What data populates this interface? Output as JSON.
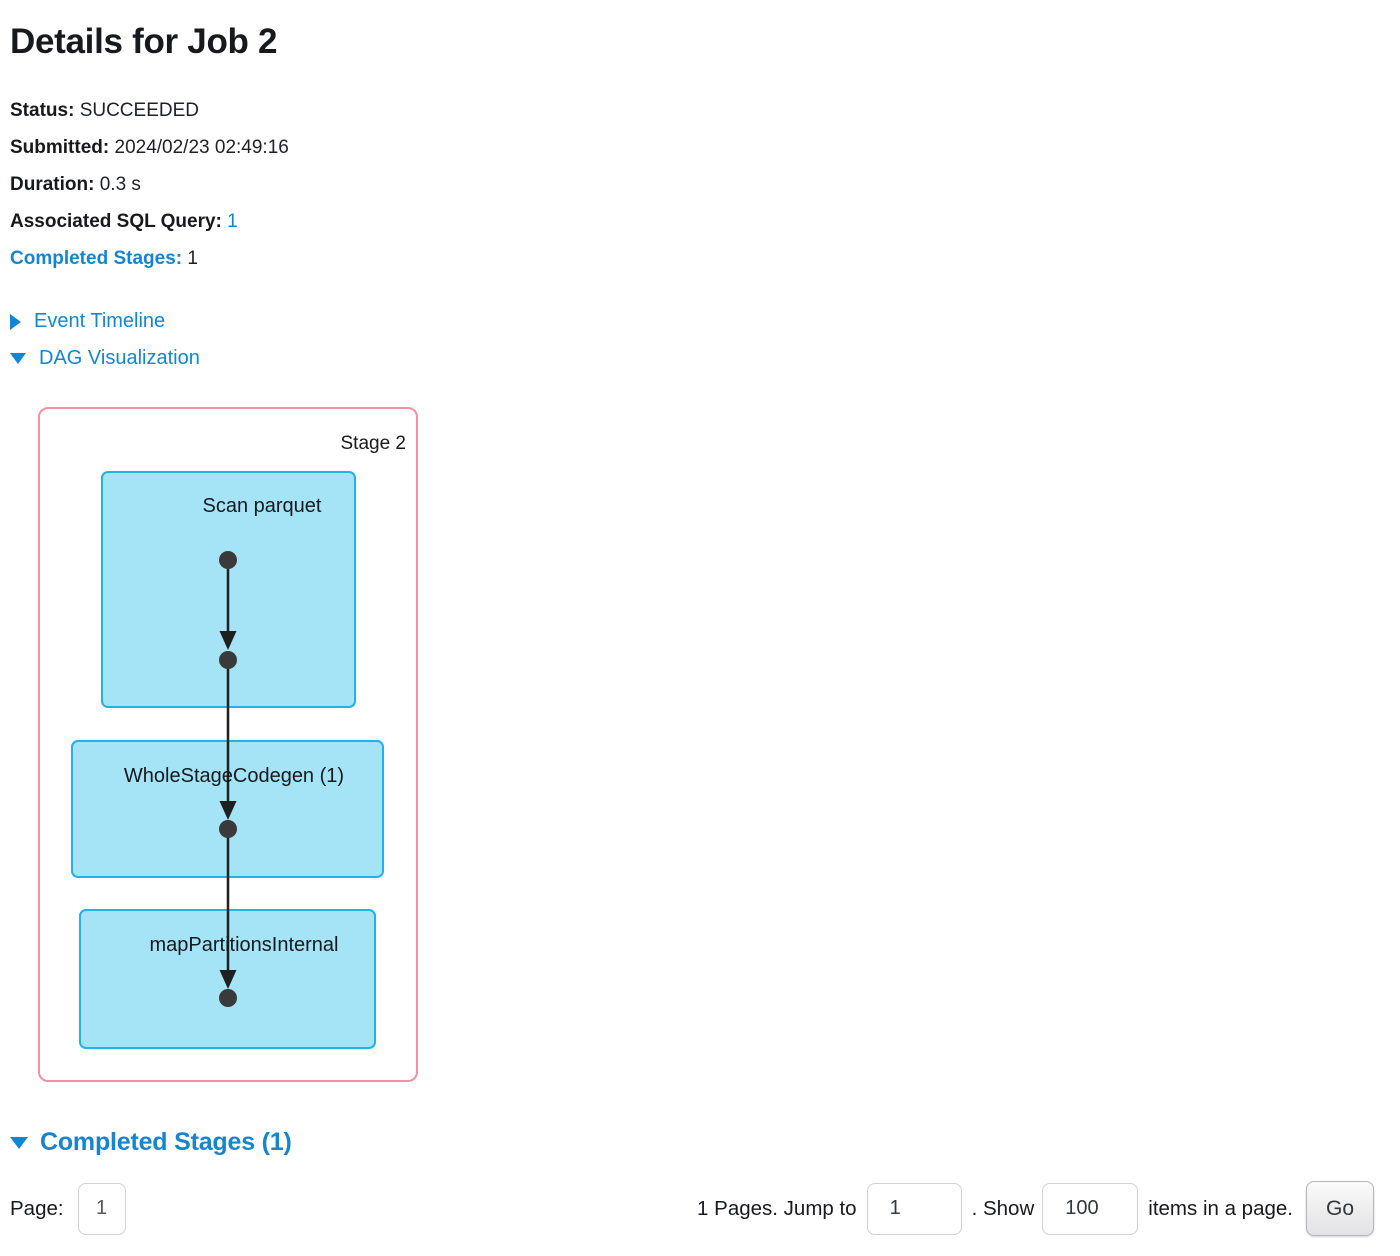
{
  "page": {
    "title": "Details for Job 2"
  },
  "summary": {
    "status_label": "Status:",
    "status_value": "SUCCEEDED",
    "submitted_label": "Submitted:",
    "submitted_value": "2024/02/23 02:49:16",
    "duration_label": "Duration:",
    "duration_value": "0.3 s",
    "sql_label": "Associated SQL Query:",
    "sql_value": "1",
    "stages_label": "Completed Stages:",
    "stages_value": "1"
  },
  "toggles": {
    "event_timeline": {
      "label": "Event Timeline",
      "icon": "caret-right-icon",
      "state": "collapsed"
    },
    "dag_visualization": {
      "label": "DAG Visualization",
      "icon": "caret-down-icon",
      "state": "expanded"
    }
  },
  "dag": {
    "stage_label": "Stage 2",
    "nodes": [
      {
        "label": "Scan parquet"
      },
      {
        "label": "WholeStageCodegen (1)"
      },
      {
        "label": "mapPartitionsInternal"
      }
    ]
  },
  "completed_stages_section": {
    "heading": "Completed Stages (1)",
    "icon": "caret-down-icon",
    "state": "expanded"
  },
  "pagination": {
    "page_label": "Page:",
    "page_value": "1",
    "pages_text": "1 Pages. Jump to",
    "jump_value": "1",
    "show_text": ". Show",
    "show_value": "100",
    "items_text": "items in a page.",
    "go_label": "Go"
  },
  "colors": {
    "link_blue": "#1585cf",
    "stage_border_pink": "#f98ea4",
    "node_fill": "#a5e4f7",
    "node_stroke": "#23b1e8",
    "edge_black": "#1f1f1f"
  }
}
